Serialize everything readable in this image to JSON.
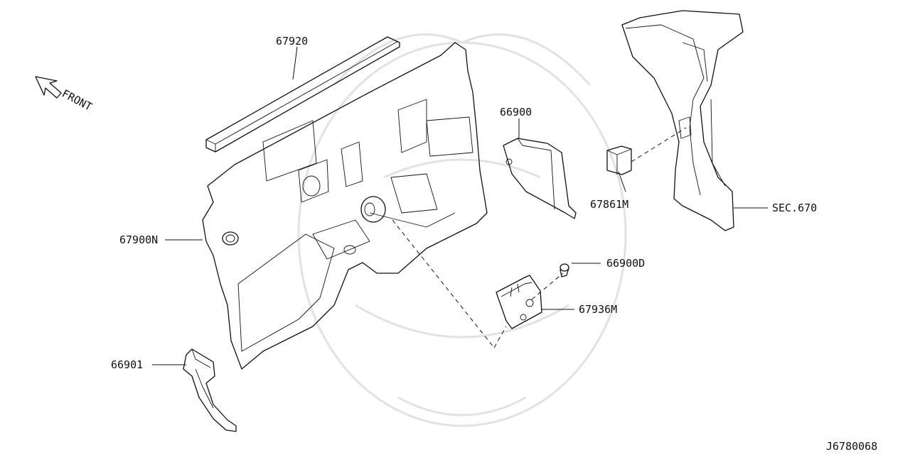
{
  "diagram": {
    "front_label": "FRONT",
    "drawing_id": "J6780068",
    "callouts": {
      "p67920": "67920",
      "p67900N": "67900N",
      "p66900": "66900",
      "p67861M": "67861M",
      "sec670": "SEC.670",
      "p66900D": "66900D",
      "p67936M": "67936M",
      "p66901": "66901"
    },
    "colors": {
      "line": "#111111",
      "watermark": "#e2e2e2",
      "background": "#ffffff"
    }
  }
}
